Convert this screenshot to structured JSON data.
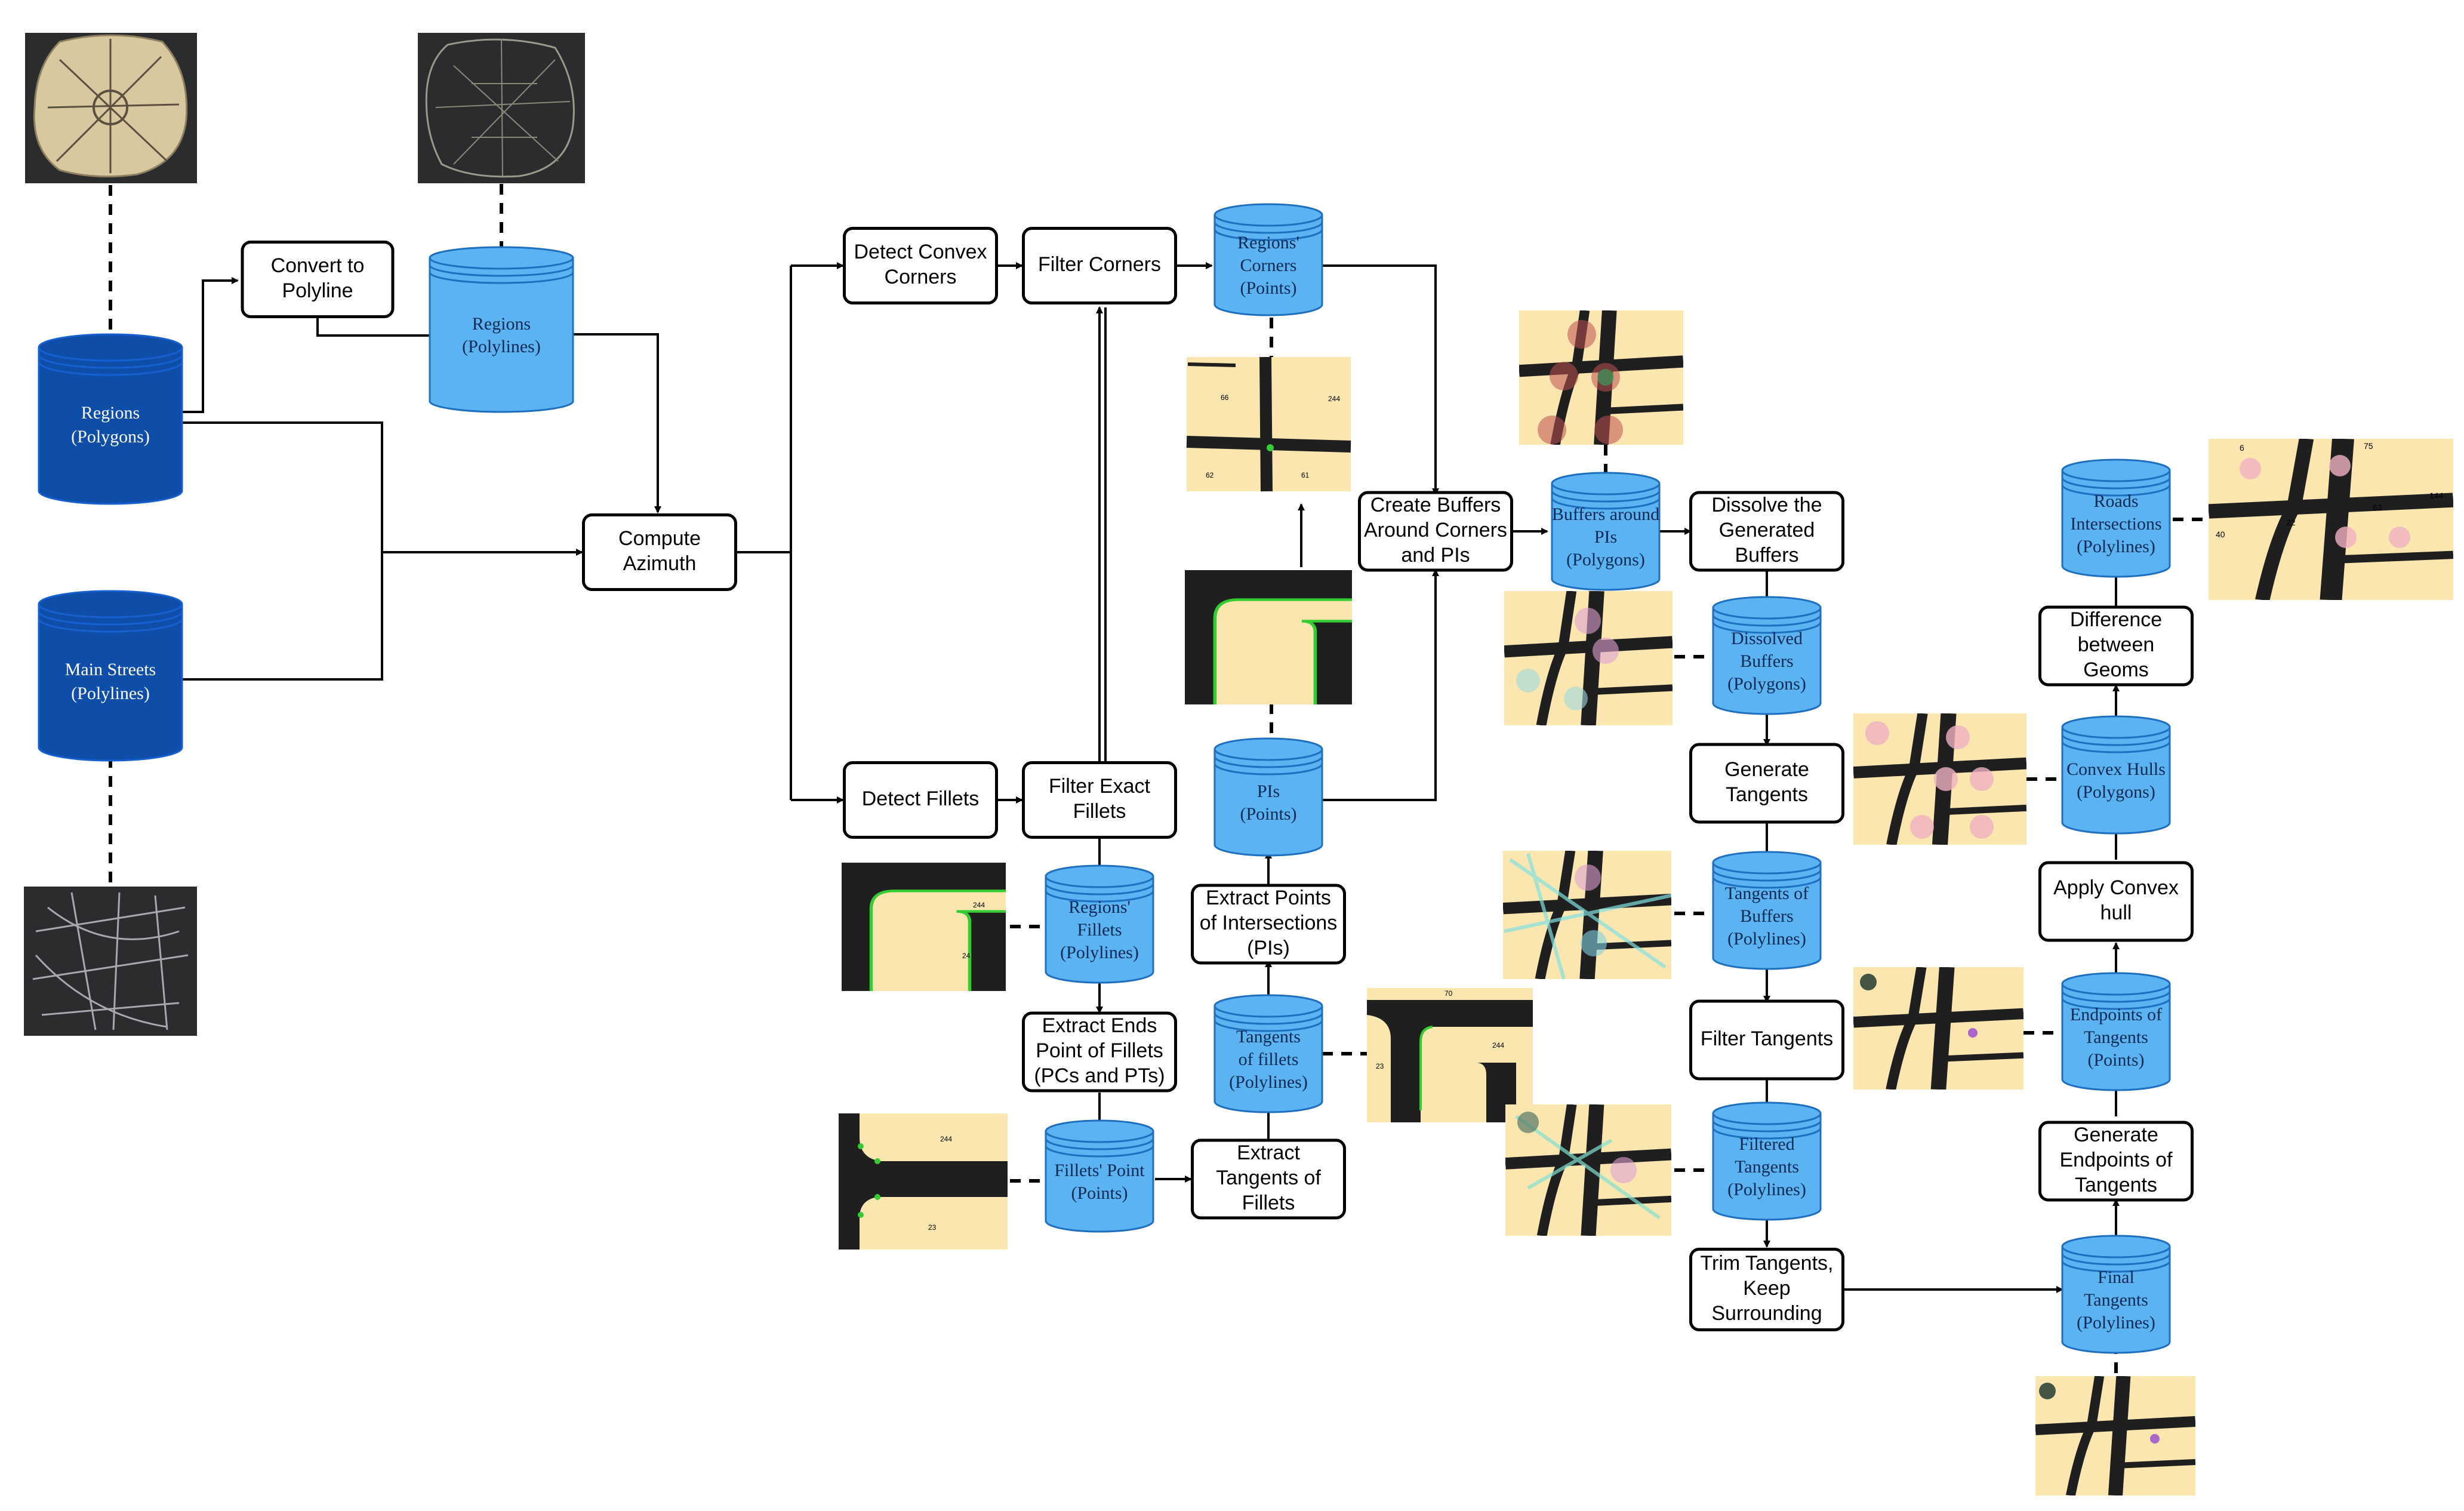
{
  "colors": {
    "light_db": "#5BB3F1",
    "dark_db": "#0E4DA8",
    "map_dark": "#2A2C2E",
    "map_beige": "#FBE6B0",
    "road": "#1F1F1F"
  },
  "inputs": {
    "regions_polygons": [
      "Regions",
      "(Polygons)"
    ],
    "main_streets": [
      "Main Streets",
      "(Polylines)"
    ]
  },
  "processes": {
    "convert_polyline": [
      "Convert to",
      "Polyline"
    ],
    "compute_azimuth": [
      "Compute",
      "Azimuth"
    ],
    "detect_convex_corners": [
      "Detect Convex",
      "Corners"
    ],
    "filter_corners": [
      "Filter Corners"
    ],
    "detect_fillets": [
      "Detect Fillets"
    ],
    "filter_exact_fillets": [
      "Filter Exact",
      "Fillets"
    ],
    "extract_ends": [
      "Extract Ends",
      "Point of Fillets",
      "(PCs and PTs)"
    ],
    "extract_tangents_fillets": [
      "Extract",
      "Tangents of",
      "Fillets"
    ],
    "extract_pis": [
      "Extract Points",
      "of Intersections",
      "(PIs)"
    ],
    "create_buffers": [
      "Create Buffers",
      "Around Corners",
      "and PIs"
    ],
    "dissolve": [
      "Dissolve the",
      "Generated",
      "Buffers"
    ],
    "generate_tangents": [
      "Generate",
      "Tangents"
    ],
    "filter_tangents": [
      "Filter Tangents"
    ],
    "trim_tangents": [
      "Trim Tangents,",
      "Keep",
      "Surrounding"
    ],
    "generate_endpoints": [
      "Generate",
      "Endpoints of",
      "Tangents"
    ],
    "apply_convex_hull": [
      "Apply Convex",
      "hull"
    ],
    "difference": [
      "Difference",
      "between",
      "Geoms"
    ]
  },
  "datastores": {
    "regions_polylines": [
      "Regions",
      "(Polylines)"
    ],
    "regions_corners": [
      "Regions'",
      "Corners",
      "(Points)"
    ],
    "regions_fillets": [
      "Regions'",
      "Fillets",
      "(Polylines)"
    ],
    "fillets_point": [
      "Fillets' Point",
      "(Points)"
    ],
    "tangents_fillets": [
      "Tangents",
      "of fillets",
      "(Polylines)"
    ],
    "pis": [
      "PIs",
      "(Points)"
    ],
    "buffers_pis": [
      "Buffers around",
      "PIs",
      "(Polygons)"
    ],
    "dissolved_buffers": [
      "Dissolved",
      "Buffers",
      "(Polygons)"
    ],
    "tangents_buffers": [
      "Tangents of",
      "Buffers",
      "(Polylines)"
    ],
    "filtered_tangents": [
      "Filtered",
      "Tangents",
      "(Polylines)"
    ],
    "final_tangents": [
      "Final",
      "Tangents",
      "(Polylines)"
    ],
    "endpoints_tangents": [
      "Endpoints of",
      "Tangents",
      "(Points)"
    ],
    "convex_hulls": [
      "Convex Hulls",
      "(Polygons)"
    ],
    "roads_intersections": [
      "Roads",
      "Intersections",
      "(Polylines)"
    ]
  },
  "thumbnails": {
    "fillets_img_labels": [
      "244",
      "24"
    ],
    "fillets_point_img_labels": [
      "244",
      "23"
    ],
    "tangents_img_labels": [
      "70",
      "244",
      "23"
    ],
    "corners_img_labels": [
      "66",
      "244",
      "62",
      "61"
    ],
    "roads_img_labels": [
      "6",
      "75",
      "63",
      "144",
      "22",
      "40"
    ]
  }
}
